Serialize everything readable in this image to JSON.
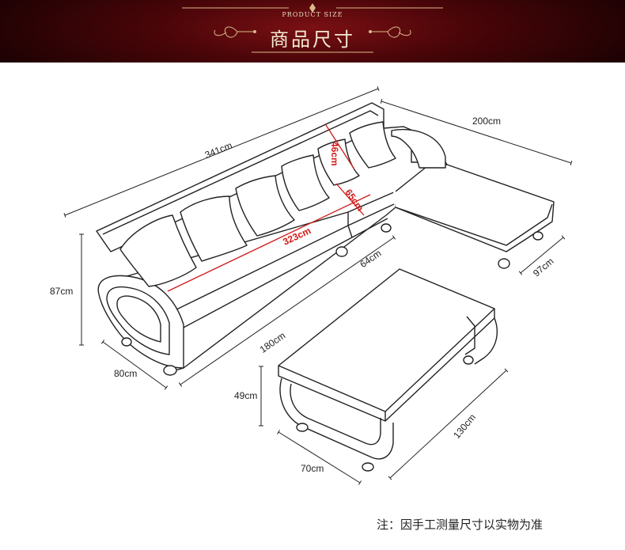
{
  "header": {
    "subtitle": "PRODUCT SIZE",
    "title": "商品尺寸",
    "colors": {
      "background": "#4a0508",
      "ornament": "#d9b98a"
    }
  },
  "dimensions": {
    "total_length": "341cm",
    "chaise_length": "200cm",
    "back_height": "46cm",
    "seat_depth_inner": "65cm",
    "seat_width": "323cm",
    "height": "87cm",
    "arm_to_arm": "180cm",
    "seat_depth": "64cm",
    "depth": "80cm",
    "chaise_depth": "97cm",
    "table_height": "49cm",
    "table_length": "130cm",
    "table_width": "70cm"
  },
  "footer": {
    "note": "注：因手工测量尺寸以实物为准"
  }
}
